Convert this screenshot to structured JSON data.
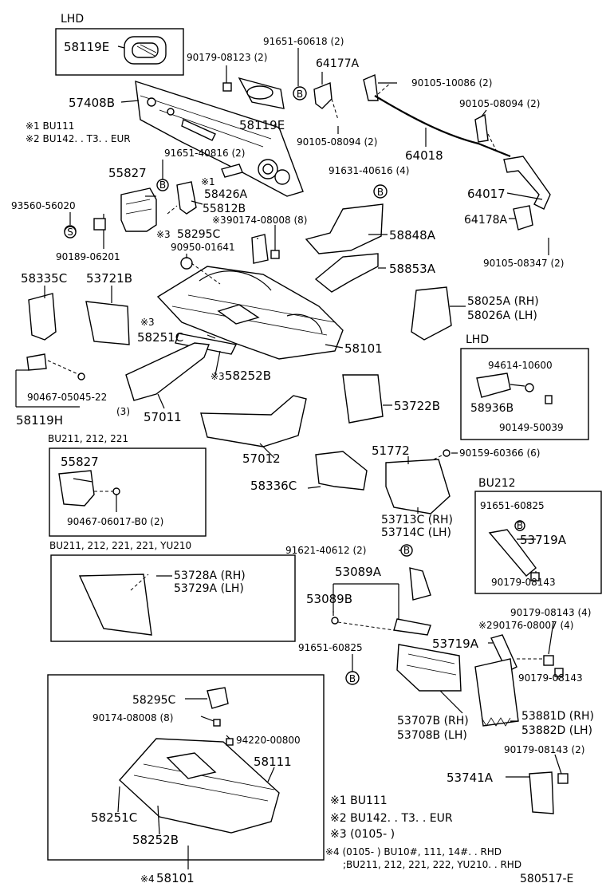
{
  "sections": {
    "lhd_top": "LHD",
    "lhd_right": "LHD",
    "bu_group1": "BU211, 212, 221",
    "bu_group2": "BU211, 212, 221, 221, YU210",
    "bu212": "BU212"
  },
  "parts": {
    "p58119E_box": "58119E",
    "p58119E": "58119E",
    "p57408B": "57408B",
    "p90179_08123": "90179-08123 (2)",
    "p91651_60618": "91651-60618 (2)",
    "p64177A": "64177A",
    "p90105_10086": "90105-10086 (2)",
    "p90105_08094_r": "90105-08094 (2)",
    "p90105_08094_l": "90105-08094 (2)",
    "p64018": "64018",
    "p64017": "64017",
    "p91631_40616": "91631-40616 (4)",
    "p91651_40816": "91651-40816 (2)",
    "p55827": "55827",
    "p58426A": "58426A",
    "p93560_56020": "93560-56020",
    "p55812B": "55812B",
    "p90174_08008": "90174-08008 (8)",
    "p58848A": "58848A",
    "p64178A": "64178A",
    "p58295C": "58295C",
    "p90950_01641": "90950-01641",
    "p90189_06201": "90189-06201",
    "p90105_08347": "90105-08347 (2)",
    "p58853A": "58853A",
    "p58335C": "58335C",
    "p53721B": "53721B",
    "p58025A": "58025A (RH)",
    "p58026A": "58026A (LH)",
    "p58251C": "58251C",
    "p58101": "58101",
    "p58252B": "58252B",
    "p94614_10600": "94614-10600",
    "p58936B": "58936B",
    "p90149_50039": "90149-50039",
    "p90467_05045": "90467-05045-22",
    "p90467_qty": "(3)",
    "p58119H": "58119H",
    "p57011": "57011",
    "p53722B": "53722B",
    "p55827_b": "55827",
    "p90467_06017": "90467-06017-B0 (2)",
    "p57012": "57012",
    "p51772": "51772",
    "p90159_60366": "90159-60366 (6)",
    "p58336C": "58336C",
    "p53713C": "53713C (RH)",
    "p53714C": "53714C (LH)",
    "p91651_60825_r": "91651-60825",
    "p53719A_r": "53719A",
    "p90179_08143_r": "90179-08143",
    "p53728A": "53728A (RH)",
    "p53729A": "53729A (LH)",
    "p91621_40612": "91621-40612 (2)",
    "p53089A": "53089A",
    "p53089B": "53089B",
    "p90179_08143_4": "90179-08143 (4)",
    "p90176_08007_4": "90176-08007 (4)",
    "p91651_60825": "91651-60825",
    "p53719A": "53719A",
    "p90179_08143": "90179-08143",
    "p53707B": "53707B (RH)",
    "p53708B": "53708B (LH)",
    "p53881D": "53881D (RH)",
    "p53882D": "53882D (LH)",
    "p58295C_b": "58295C",
    "p90174_08008_b": "90174-08008 (8)",
    "p94220_00800": "94220-00800",
    "p58111": "58111",
    "p90179_08143_2": "90179-08143 (2)",
    "p53741A": "53741A",
    "p58251C_b": "58251C",
    "p58252B_b": "58252B",
    "p58101_b": "58101"
  },
  "callouts": {
    "c1_58426A": "※1",
    "c3_90174": "※3",
    "c3_58295C": "※3",
    "c3_58251C": "※3",
    "c3_58252B": "※3",
    "c2_90176": "※2",
    "c4_58101": "※4"
  },
  "footnotes_top": {
    "n1": "※1 BU111",
    "n2": "※2 BU142. . T3. . EUR"
  },
  "footnotes": {
    "f1": "※1  BU111",
    "f2": "※2  BU142. . T3. . EUR",
    "f3": "※3  (0105-         )",
    "f4a": "※4 (0105-         ) BU10#, 111, 14#. . RHD",
    "f4b": ";BU211, 212, 221, 222, YU210. . RHD"
  },
  "markers": {
    "b": "B",
    "s": "S"
  },
  "code": "580517-E"
}
